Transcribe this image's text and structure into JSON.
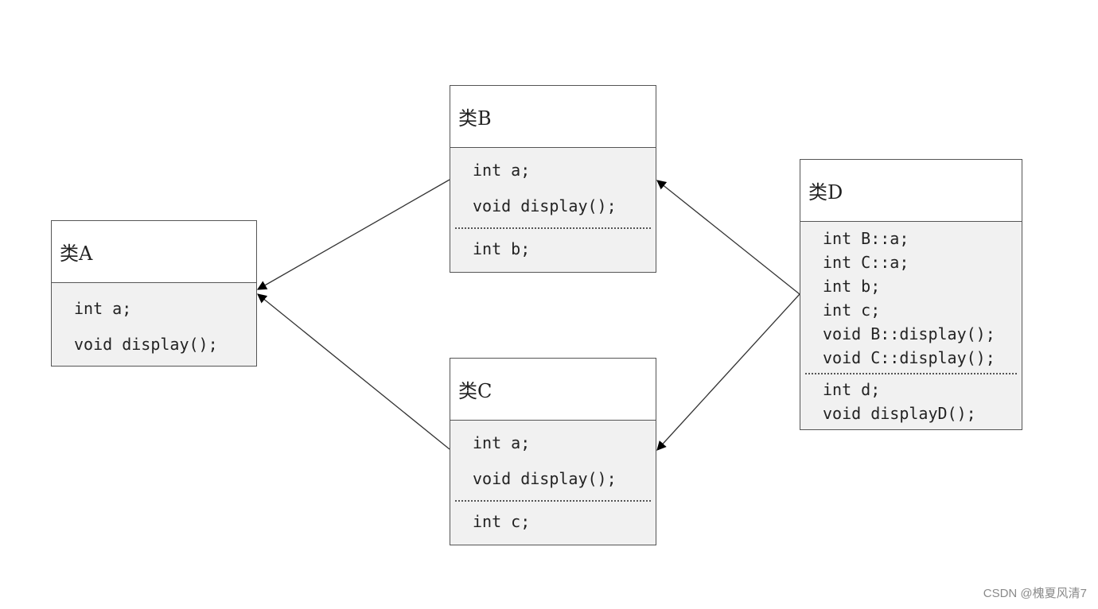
{
  "classes": [
    {
      "id": "A",
      "title": "类A",
      "sections": [
        [
          "int a;",
          "void display();"
        ]
      ]
    },
    {
      "id": "B",
      "title": "类B",
      "sections": [
        [
          "int a;",
          "void display();"
        ],
        [
          "int b;"
        ]
      ]
    },
    {
      "id": "C",
      "title": "类C",
      "sections": [
        [
          "int a;",
          "void display();"
        ],
        [
          "int c;"
        ]
      ]
    },
    {
      "id": "D",
      "title": "类D",
      "sections": [
        [
          "int B::a;",
          "int C::a;",
          "int b;",
          "int c;",
          "void B::display();",
          "void C::display();"
        ],
        [
          "int d;",
          "void displayD();"
        ]
      ]
    }
  ],
  "relations": [
    {
      "from": "B",
      "to": "A"
    },
    {
      "from": "C",
      "to": "A"
    },
    {
      "from": "D",
      "to": "B"
    },
    {
      "from": "D",
      "to": "C"
    }
  ],
  "watermark": "CSDN @槐夏风清7",
  "colors": {
    "border": "#555555",
    "body": "#f1f1f1",
    "header": "#ffffff",
    "arrow": "#333333"
  }
}
